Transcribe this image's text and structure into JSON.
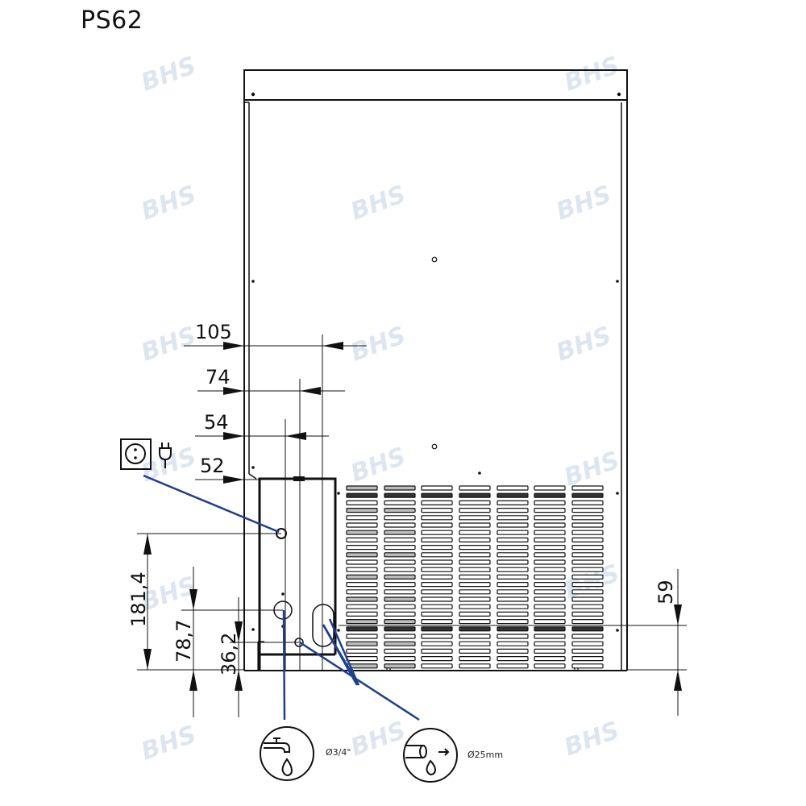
{
  "title": "PS62",
  "watermark": "BHS",
  "colors": {
    "line": "#111111",
    "leader": "#1f3f8f",
    "watermark": "#dde6f0"
  },
  "dimensions": {
    "horizontal": [
      {
        "label": "105",
        "value": 105
      },
      {
        "label": "74",
        "value": 74
      },
      {
        "label": "54",
        "value": 54
      },
      {
        "label": "52",
        "value": 52
      }
    ],
    "vertical": [
      {
        "label": "181,4",
        "value": 181.4
      },
      {
        "label": "78,7",
        "value": 78.7
      },
      {
        "label": "36,2",
        "value": 36.2
      },
      {
        "label": "59",
        "value": 59
      }
    ]
  },
  "connections": {
    "power": {
      "icon": "power-socket-icon",
      "plug_icon": "plug-icon"
    },
    "water_inlet": {
      "icon": "water-tap-icon",
      "label": "Ø3/4\""
    },
    "drain": {
      "icon": "drain-pipe-icon",
      "label": "Ø25mm"
    }
  }
}
